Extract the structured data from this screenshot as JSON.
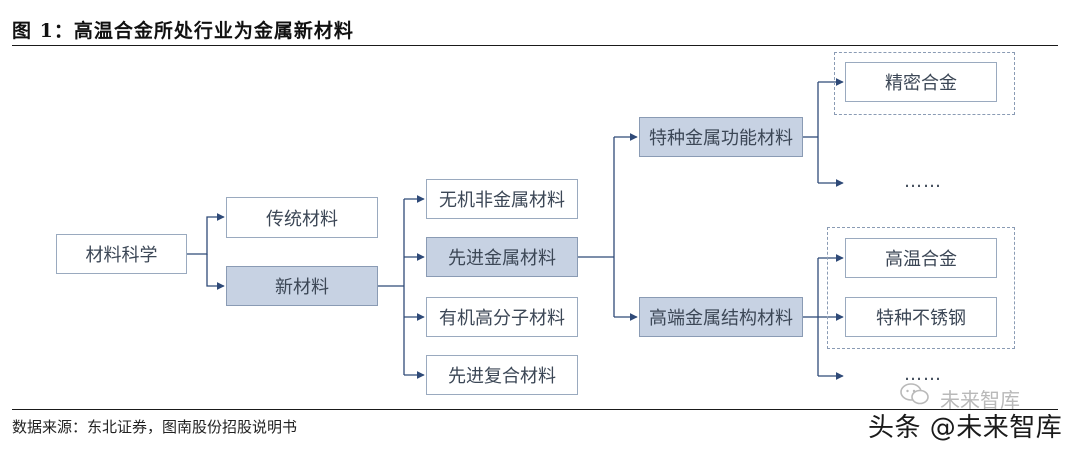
{
  "figure": {
    "title": "图 1：高温合金所处行业为金属新材料",
    "source": "数据来源：东北证券，图南股份招股说明书"
  },
  "nodes": {
    "materials_science": "材料科学",
    "traditional": "传统材料",
    "new_materials": "新材料",
    "inorganic_nonmetal": "无机非金属材料",
    "advanced_metal": "先进金属材料",
    "organic_polymer": "有机高分子材料",
    "advanced_composite": "先进复合材料",
    "special_functional": "特种金属功能材料",
    "high_end_structural": "高端金属结构材料",
    "precision_alloy": "精密合金",
    "superalloy": "高温合金",
    "special_stainless": "特种不锈钢",
    "ellipsis": "……"
  },
  "watermark": {
    "line1": "未来智库",
    "line2": "头条 @未来智库"
  }
}
